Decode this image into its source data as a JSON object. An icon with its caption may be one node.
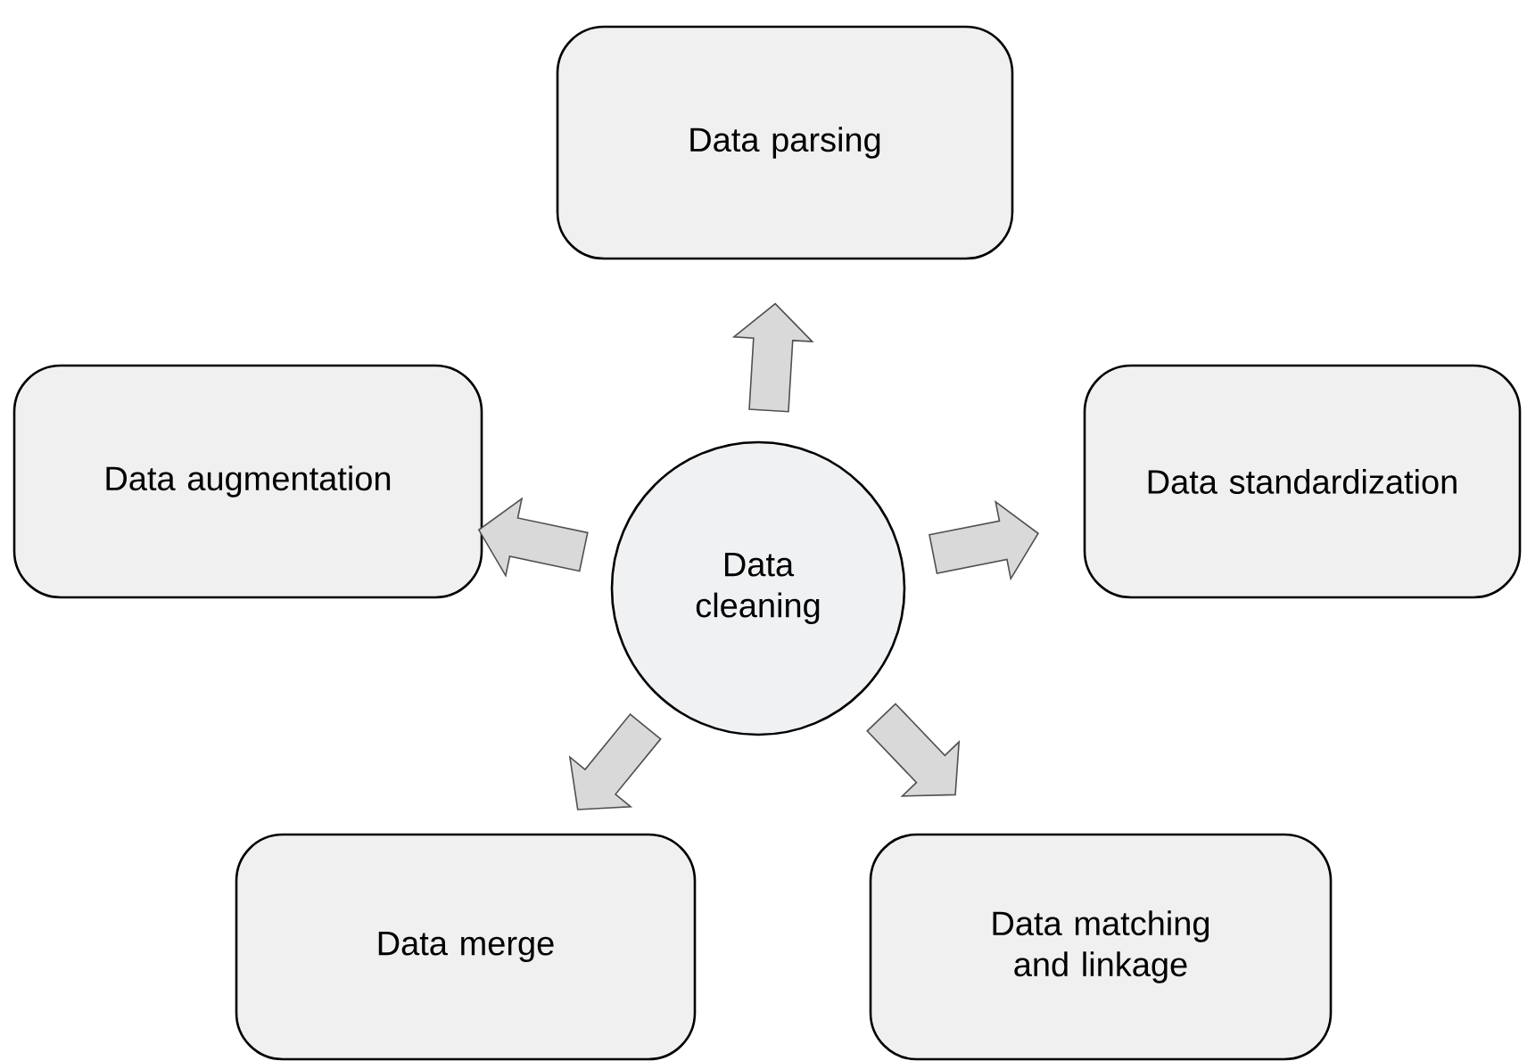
{
  "diagram": {
    "nodes": [
      {
        "text": [
          "Data cleaning"
        ]
      },
      {
        "text": [
          "Data parsing"
        ]
      },
      {
        "text": [
          "Data augmentation"
        ]
      },
      {
        "text": [
          "Data standardization"
        ]
      },
      {
        "text": [
          "Data merge"
        ]
      },
      {
        "text": [
          "Data matching and linkage"
        ]
      }
    ],
    "edges": [
      {
        "from": 0,
        "to": 1,
        "arrow": "to"
      },
      {
        "from": 0,
        "to": 2,
        "arrow": "to"
      },
      {
        "from": 0,
        "to": 3,
        "arrow": "to"
      },
      {
        "from": 0,
        "to": 4,
        "arrow": "to"
      },
      {
        "from": 0,
        "to": 5,
        "arrow": "to"
      }
    ]
  }
}
